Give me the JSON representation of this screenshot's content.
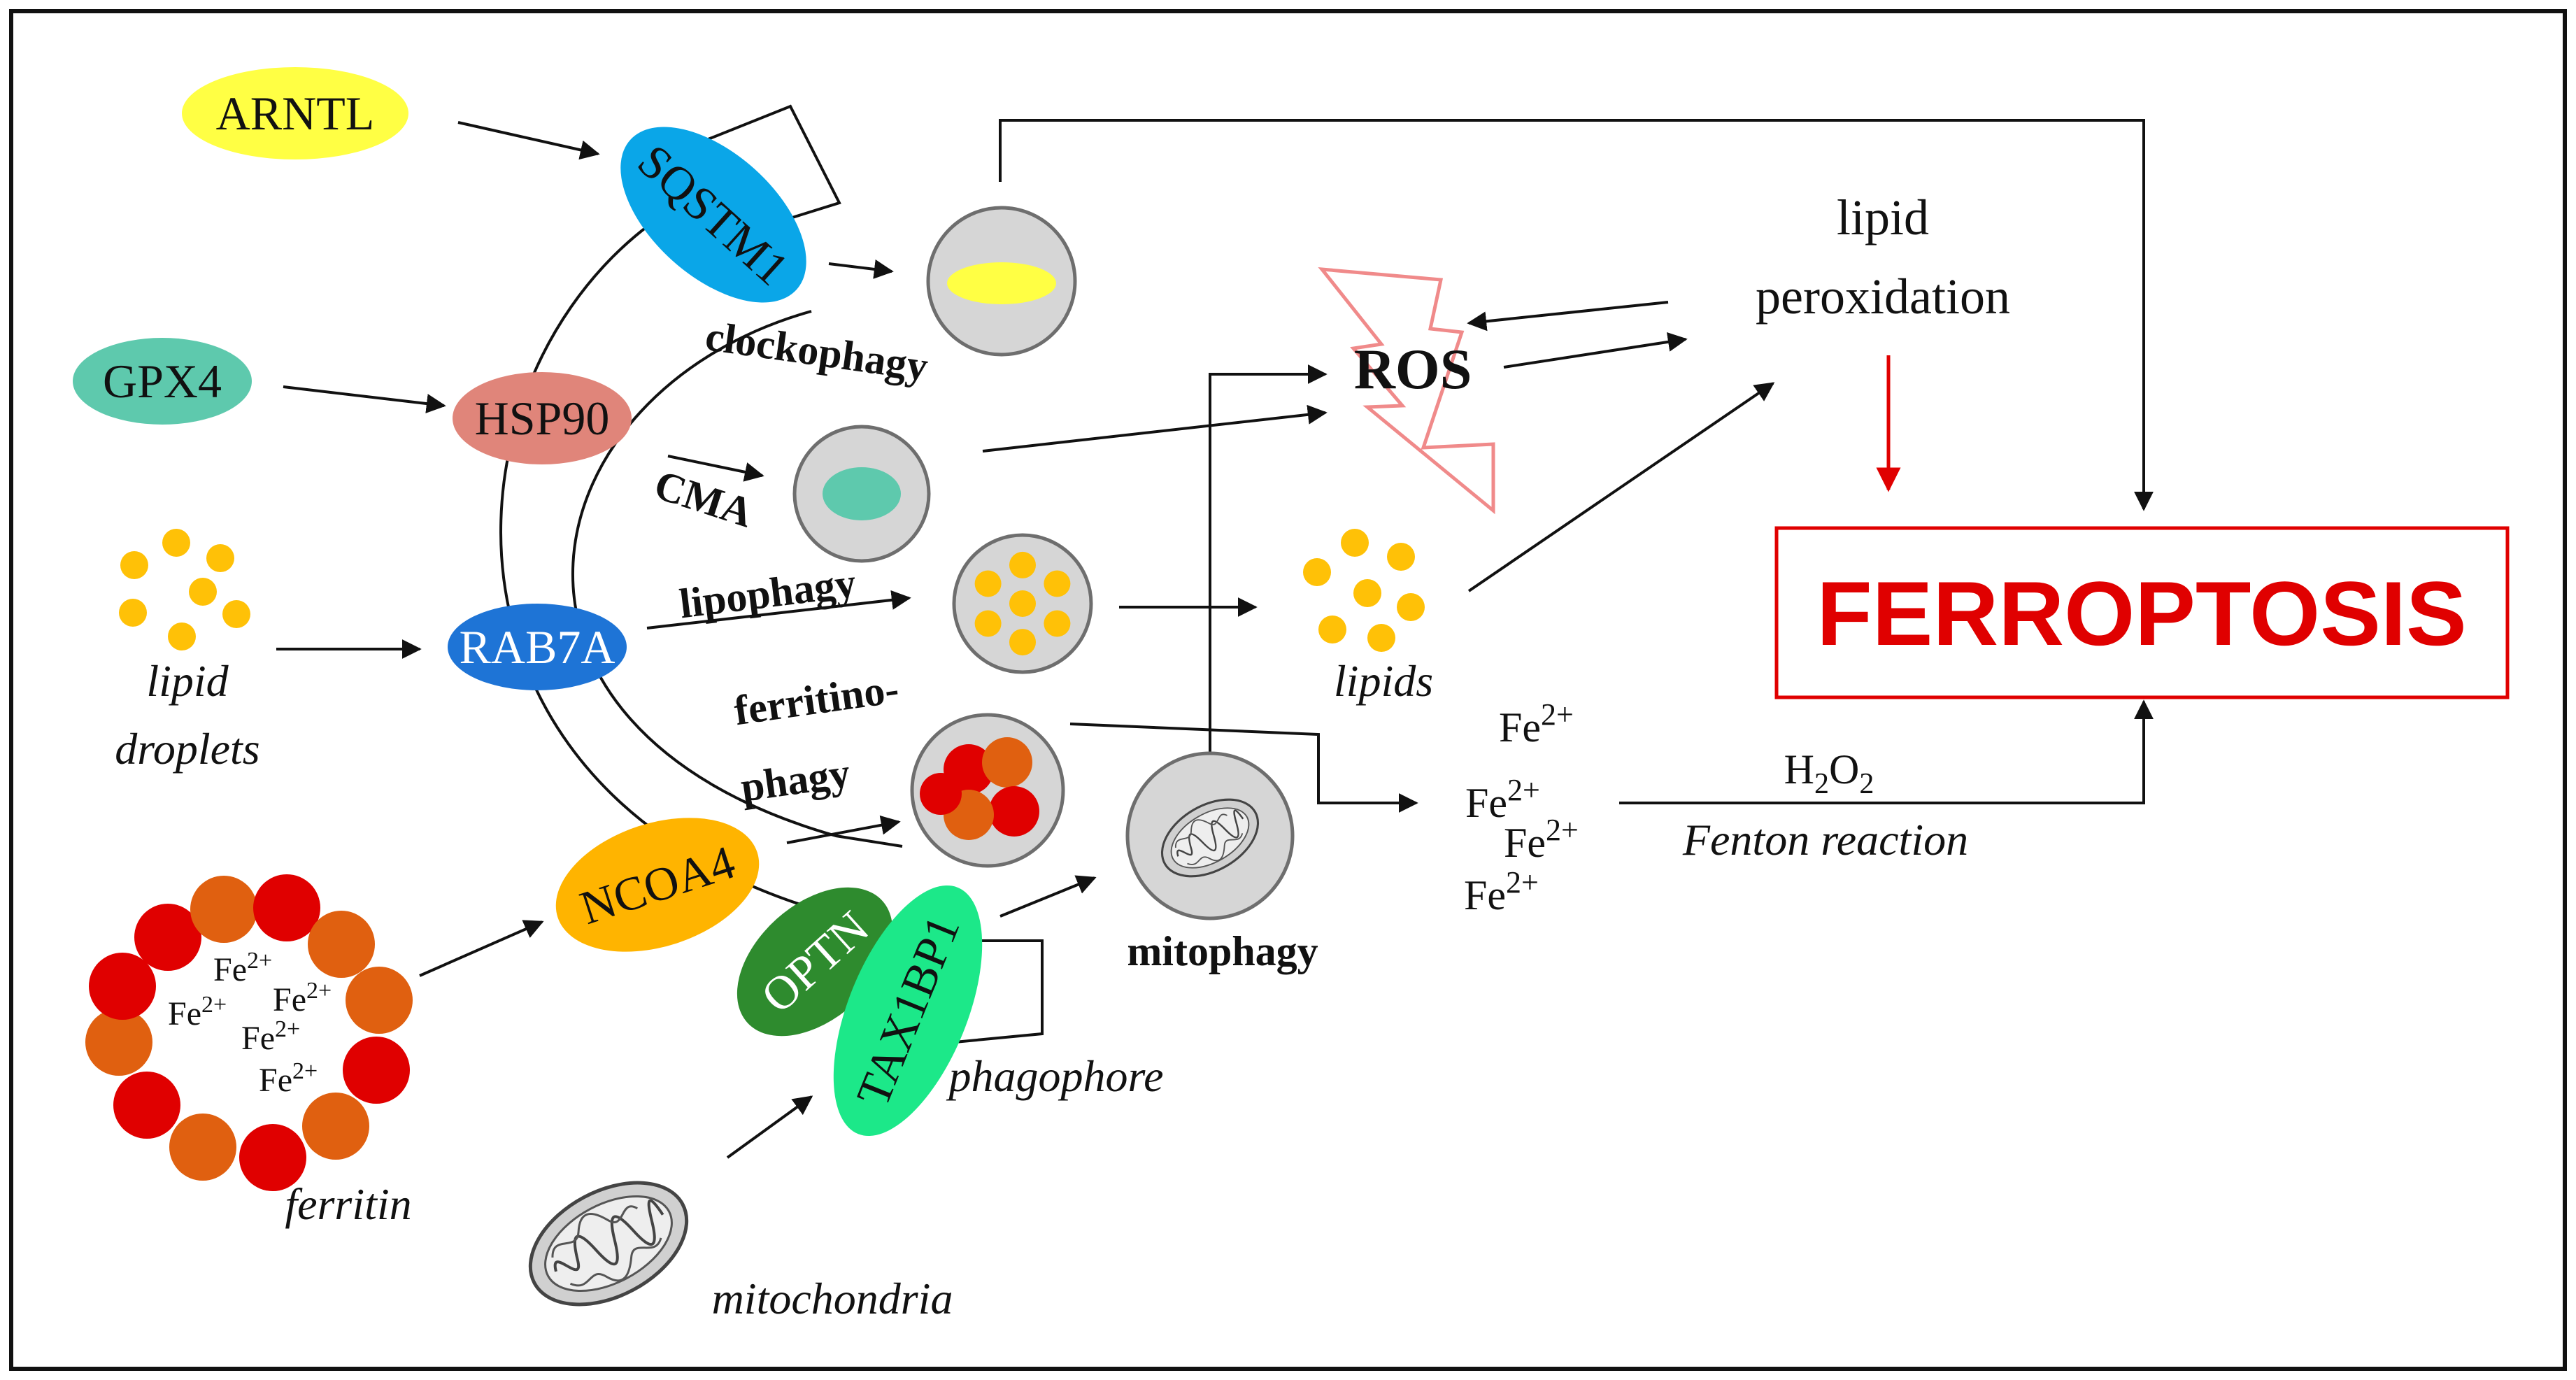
{
  "colors": {
    "arntl": "#ffff44",
    "sqstm1": "#0aa6e8",
    "gpx4": "#5ec9ad",
    "hsp90": "#e0857a",
    "rab7a": "#1e74d6",
    "ncoa4": "#ffb400",
    "optn": "#2e8b2e",
    "taxibp1": "#1ce889",
    "lipid_dot": "#ffc107",
    "ferritin_red": "#e00000",
    "ferritin_orange": "#e06010",
    "ros_outline": "#f08a8a",
    "ferroptosis": "#e00000"
  },
  "nodes": {
    "arntl": "ARNTL",
    "sqstm1": "SQSTM1",
    "gpx4": "GPX4",
    "hsp90": "HSP90",
    "rab7a": "RAB7A",
    "ncoa4": "NCOA4",
    "optn": "OPTN",
    "taxibp1": "TAX1BP1"
  },
  "labels": {
    "clockophagy": "clockophagy",
    "cma": "CMA",
    "lipophagy": "lipophagy",
    "ferritinophagy_1": "ferritino-",
    "ferritinophagy_2": "phagy",
    "mitophagy": "mitophagy",
    "phagophore": "phagophore",
    "lipid_droplets_1": "lipid",
    "lipid_droplets_2": "droplets",
    "ferritin": "ferritin",
    "mitochondria": "mitochondria",
    "lipids": "lipids",
    "ros": "ROS",
    "lipid_peroxidation_1": "lipid",
    "lipid_peroxidation_2": "peroxidation",
    "ferroptosis": "FERROPTOSIS",
    "h2o2_h": "H",
    "h2o2_2a": "2",
    "h2o2_o": "O",
    "h2o2_2b": "2",
    "fenton": "Fenton reaction",
    "fe_base": "Fe",
    "fe_charge": "2+"
  }
}
